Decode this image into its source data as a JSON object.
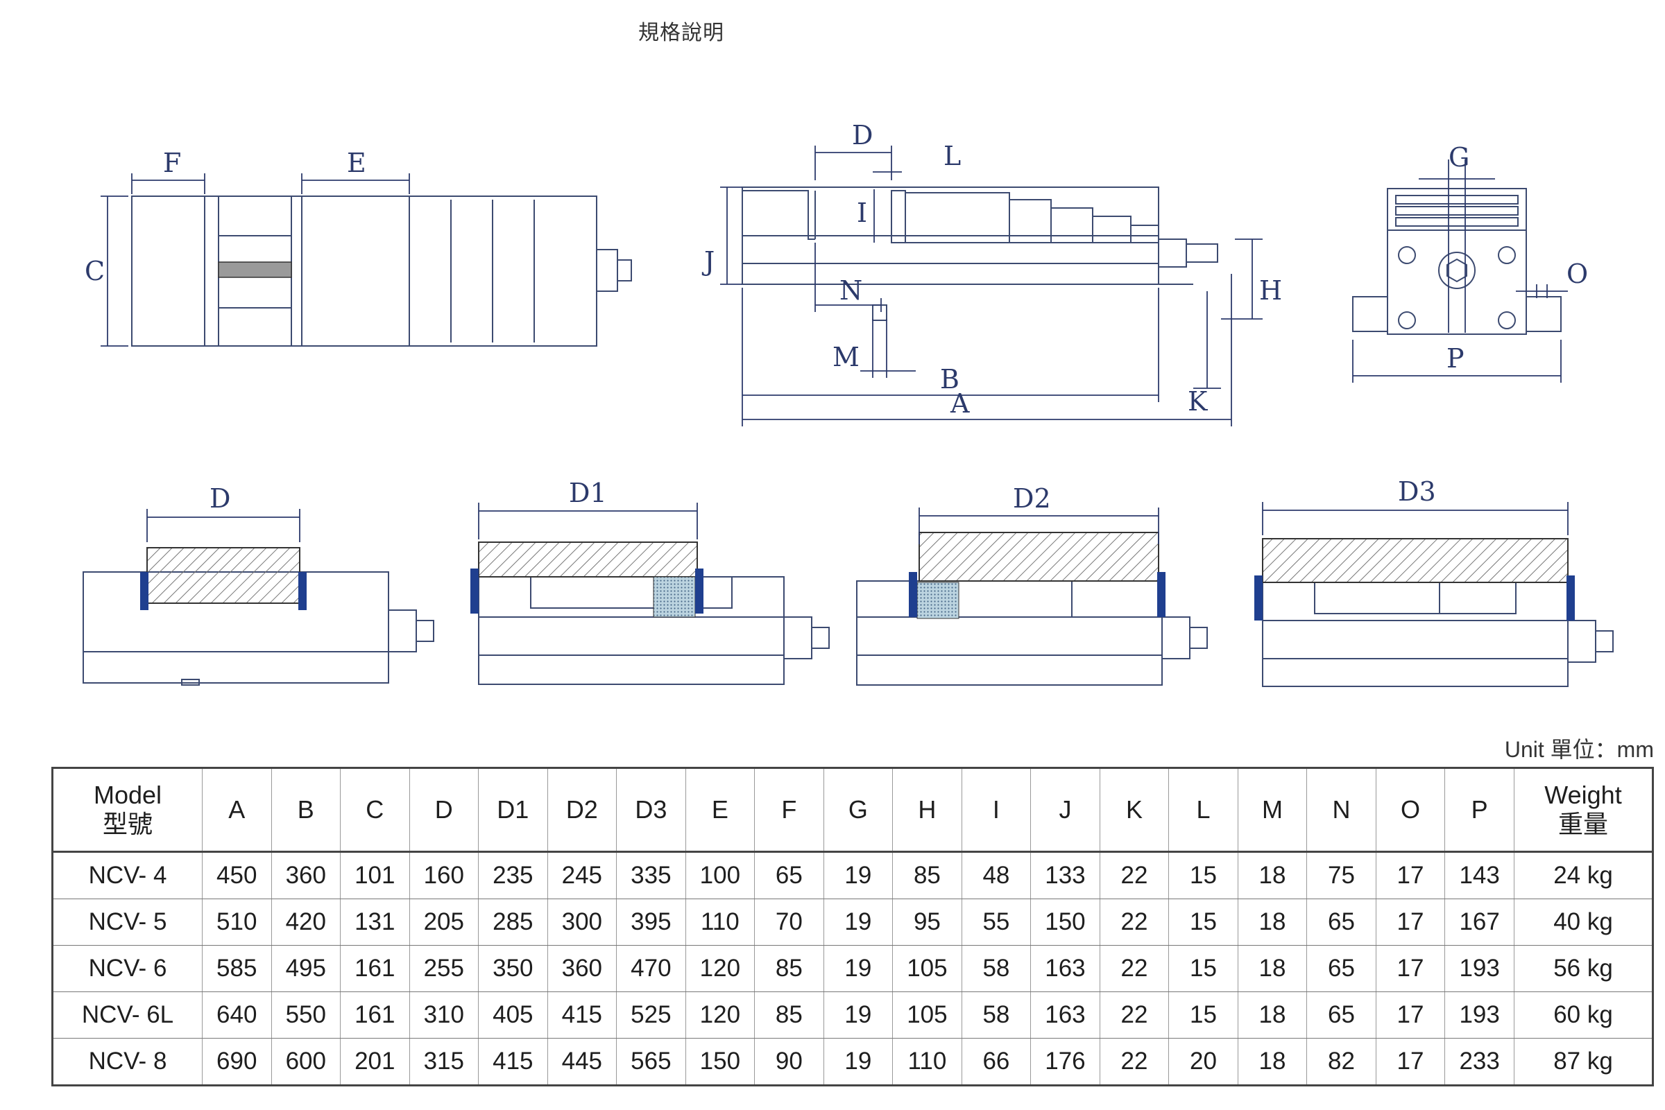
{
  "page": {
    "title": "規格說明",
    "unit_note": "Unit 單位：mm"
  },
  "drawings": {
    "top_view": {
      "labels": [
        "F",
        "E",
        "C"
      ]
    },
    "side_view": {
      "labels": [
        "D",
        "L",
        "I",
        "J",
        "N",
        "M",
        "B",
        "A",
        "K",
        "H"
      ]
    },
    "end_view": {
      "labels": [
        "G",
        "O",
        "P"
      ]
    },
    "clamp_configs": [
      {
        "label": "D"
      },
      {
        "label": "D1"
      },
      {
        "label": "D2"
      },
      {
        "label": "D3"
      }
    ]
  },
  "table": {
    "headers": [
      {
        "line1": "Model",
        "line2": "型號"
      },
      {
        "line1": "A"
      },
      {
        "line1": "B"
      },
      {
        "line1": "C"
      },
      {
        "line1": "D"
      },
      {
        "line1": "D1"
      },
      {
        "line1": "D2"
      },
      {
        "line1": "D3"
      },
      {
        "line1": "E"
      },
      {
        "line1": "F"
      },
      {
        "line1": "G"
      },
      {
        "line1": "H"
      },
      {
        "line1": "I"
      },
      {
        "line1": "J"
      },
      {
        "line1": "K"
      },
      {
        "line1": "L"
      },
      {
        "line1": "M"
      },
      {
        "line1": "N"
      },
      {
        "line1": "O"
      },
      {
        "line1": "P"
      },
      {
        "line1": "Weight",
        "line2": "重量"
      }
    ],
    "rows": [
      [
        "NCV- 4",
        "450",
        "360",
        "101",
        "160",
        "235",
        "245",
        "335",
        "100",
        "65",
        "19",
        "85",
        "48",
        "133",
        "22",
        "15",
        "18",
        "75",
        "17",
        "143",
        "24 kg"
      ],
      [
        "NCV- 5",
        "510",
        "420",
        "131",
        "205",
        "285",
        "300",
        "395",
        "110",
        "70",
        "19",
        "95",
        "55",
        "150",
        "22",
        "15",
        "18",
        "65",
        "17",
        "167",
        "40 kg"
      ],
      [
        "NCV- 6",
        "585",
        "495",
        "161",
        "255",
        "350",
        "360",
        "470",
        "120",
        "85",
        "19",
        "105",
        "58",
        "163",
        "22",
        "15",
        "18",
        "65",
        "17",
        "193",
        "56 kg"
      ],
      [
        "NCV- 6L",
        "640",
        "550",
        "161",
        "310",
        "405",
        "415",
        "525",
        "120",
        "85",
        "19",
        "105",
        "58",
        "163",
        "22",
        "15",
        "18",
        "65",
        "17",
        "193",
        "60 kg"
      ],
      [
        "NCV- 8",
        "690",
        "600",
        "201",
        "315",
        "415",
        "445",
        "565",
        "150",
        "90",
        "19",
        "110",
        "66",
        "176",
        "22",
        "20",
        "18",
        "82",
        "17",
        "233",
        "87 kg"
      ]
    ]
  },
  "colors": {
    "line": "#3c4a70",
    "dim": "#2c3a6b",
    "jaw": "#1f3f8f",
    "hatch": "#777777"
  }
}
